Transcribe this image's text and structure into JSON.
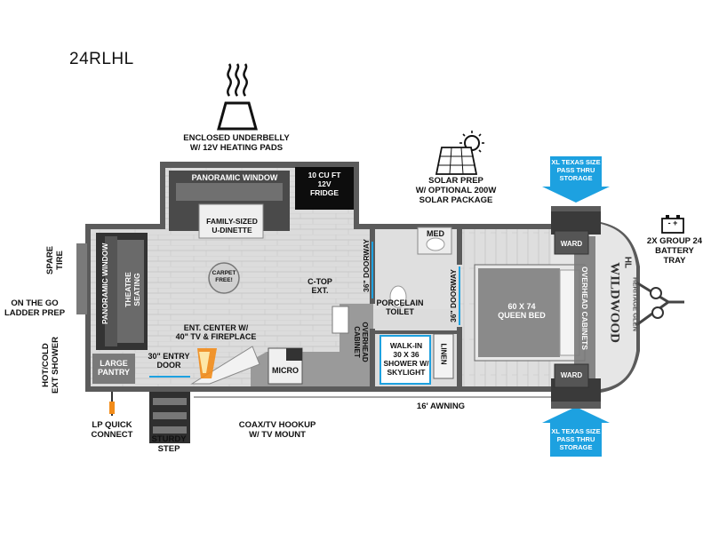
{
  "model": "24RLHL",
  "callouts": {
    "underbelly": "ENCLOSED UNDERBELLY\nW/ 12V HEATING PADS",
    "solar": "SOLAR PREP\nW/ OPTIONAL 200W\nSOLAR PACKAGE",
    "storage_top": "XL TEXAS SIZE\nPASS THRU\nSTORAGE",
    "storage_bottom": "XL TEXAS SIZE\nPASS THRU\nSTORAGE",
    "battery": "2X GROUP 24\nBATTERY\nTRAY",
    "battery_symbol": "-  +",
    "spare_tire": "SPARE\nTIRE",
    "ladder": "ON THE GO\nLADDER PREP",
    "ext_shower": "HOT/COLD\nEXT SHOWER",
    "lp": "LP QUICK\nCONNECT",
    "step": "STURDY\nSTEP",
    "coax": "COAX/TV HOOKUP\nW/ TV MOUNT",
    "awning": "16' AWNING"
  },
  "rooms": {
    "panoramic_window_top": "PANORAMIC WINDOW",
    "fridge": "10 CU FT\n12V\nFRIDGE",
    "dinette": "FAMILY-SIZED\nU-DINETTE",
    "panoramic_window_side": "PANORAMIC WINDOW",
    "theatre_seating": "THEATRE\nSEATING",
    "carpet_free": "CARPET\nFREE!",
    "ctop": "C-TOP\nEXT.",
    "doorway_1": "36\" DOORWAY",
    "doorway_2": "36\" DOORWAY",
    "med": "MED",
    "porcelain_toilet": "PORCELAIN\nTOILET",
    "overhead_cabinet": "OVERHEAD\nCABINET",
    "shower": "WALK-IN\n30 X 36\nSHOWER W/\nSKYLIGHT",
    "linen": "LINEN",
    "ent_center": "ENT. CENTER W/\n40\" TV & FIREPLACE",
    "entry_door": "30\" ENTRY\nDOOR",
    "large_pantry": "LARGE\nPANTRY",
    "micro": "MICRO",
    "bed": "60 X 74\nQUEEN BED",
    "overhead_cabinets": "OVERHEAD CABINETS",
    "ward_top": "WARD",
    "ward_bottom": "WARD",
    "brand": "WILDWOOD",
    "brand_sub": "HERITAGE GLEN",
    "brand_mark": "HL"
  },
  "colors": {
    "wall": "#5b5b5b",
    "floor": "#d9d9d9",
    "dark_furniture": "#3a3a3a",
    "accent_blue": "#1da1e0",
    "fireplace": "#f28c1a"
  }
}
